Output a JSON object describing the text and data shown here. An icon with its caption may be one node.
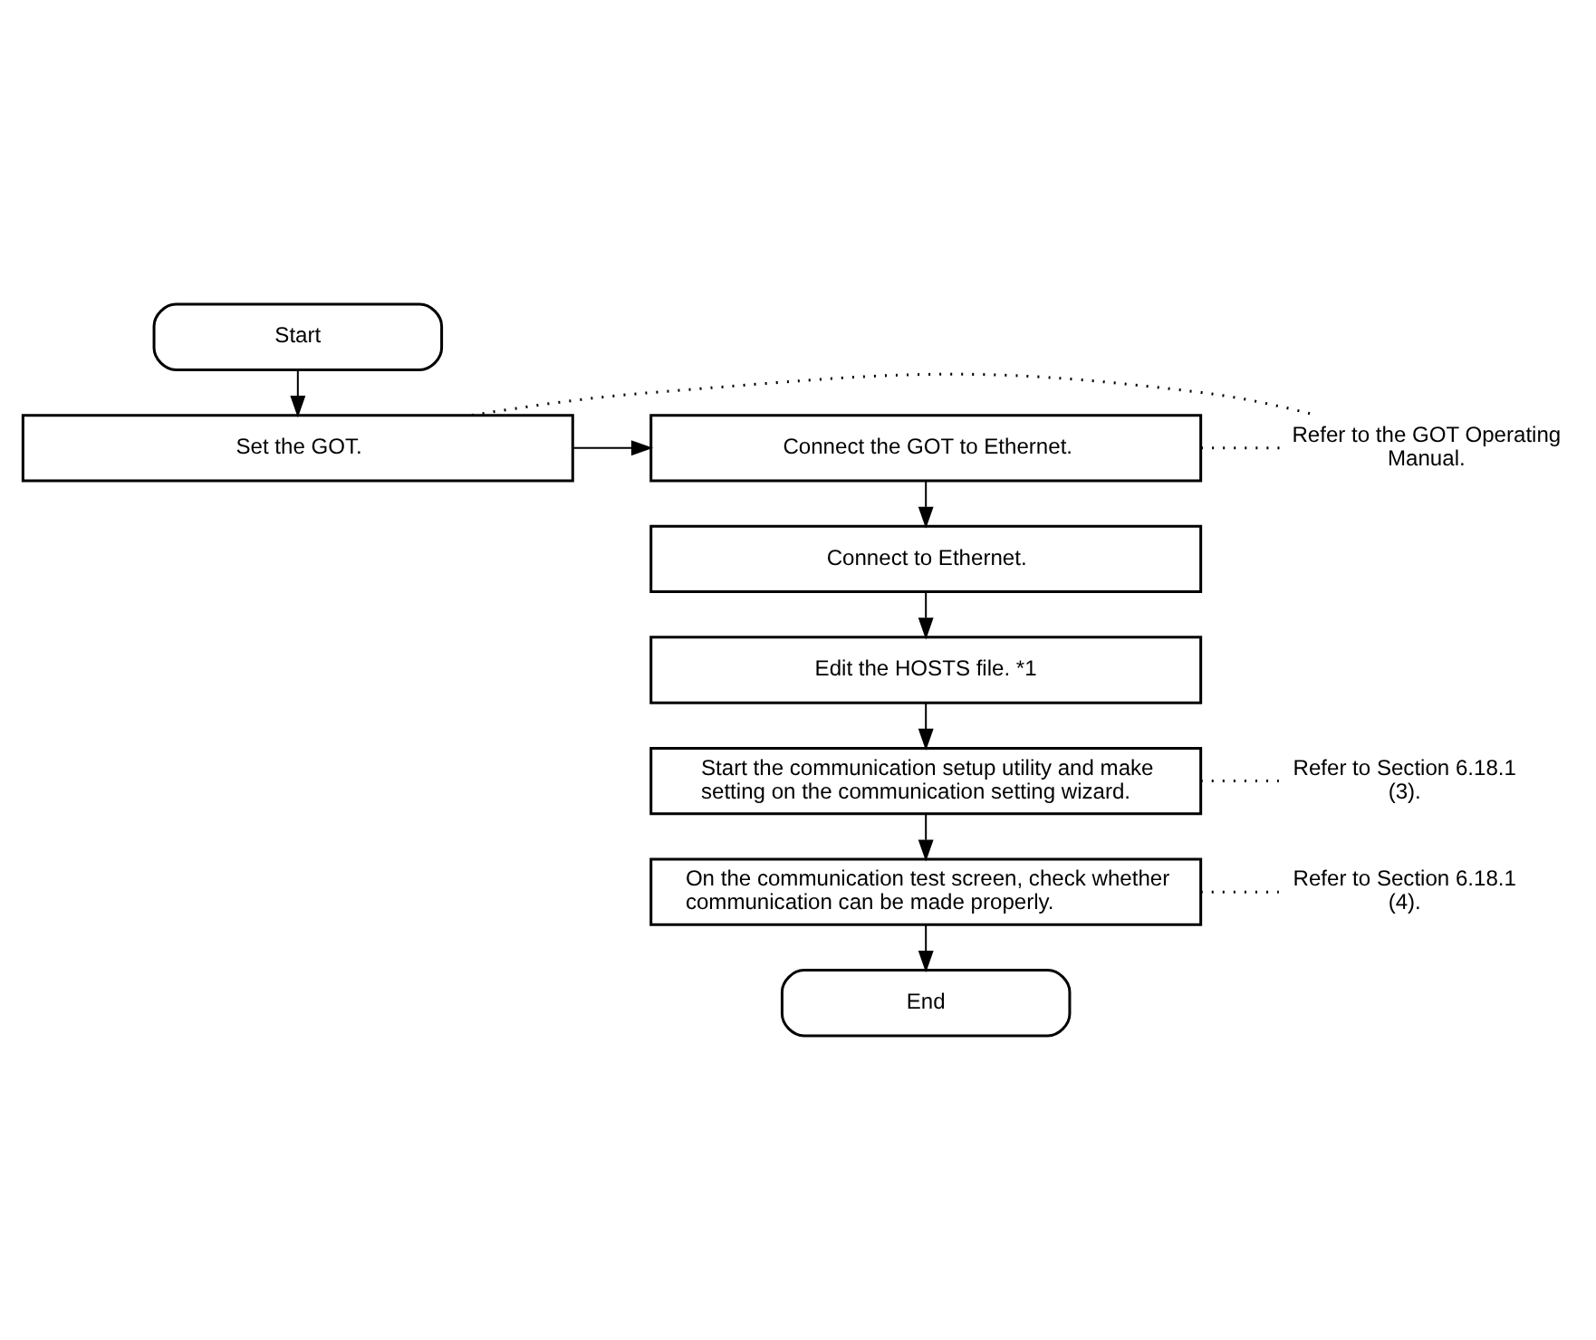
{
  "diagram": {
    "nodes": [
      {
        "text": [
          "Start"
        ]
      },
      {
        "text": [
          "Set the GOT."
        ]
      },
      {
        "text": [
          "Connect the GOT to Ethernet."
        ]
      },
      {
        "text": [
          "Connect to Ethernet."
        ]
      },
      {
        "text": [
          "Edit the HOSTS file. *1"
        ]
      },
      {
        "text": [
          "Start the communication setup utility and make setting on the communication setting wizard."
        ]
      },
      {
        "text": [
          "On the communication test screen, check whether communication can be made properly."
        ]
      },
      {
        "text": [
          "End"
        ]
      },
      {
        "text": [
          "Refer to the GOT Operating Manual."
        ]
      },
      {
        "text": [
          "Refer to Section 6.18.1 (3)."
        ]
      },
      {
        "text": [
          "Refer to Section 6.18.1 (4)."
        ]
      }
    ],
    "edges": [
      {
        "from": 0,
        "to": 1,
        "arrow": "to"
      },
      {
        "from": 1,
        "to": 2,
        "arrow": "to"
      },
      {
        "from": 2,
        "to": 3,
        "arrow": "to"
      },
      {
        "from": 3,
        "to": 4,
        "arrow": "to"
      },
      {
        "from": 4,
        "to": 5,
        "arrow": "to"
      },
      {
        "from": 5,
        "to": 6,
        "arrow": "to"
      },
      {
        "from": 6,
        "to": 7,
        "arrow": "to"
      },
      {
        "from": 1,
        "to": 8,
        "arrow": "none",
        "style": "dashed"
      },
      {
        "from": 2,
        "to": 8,
        "arrow": "none",
        "style": "dashed"
      },
      {
        "from": 5,
        "to": 9,
        "arrow": "none",
        "style": "dashed"
      },
      {
        "from": 6,
        "to": 10,
        "arrow": "none",
        "style": "dashed"
      }
    ]
  }
}
